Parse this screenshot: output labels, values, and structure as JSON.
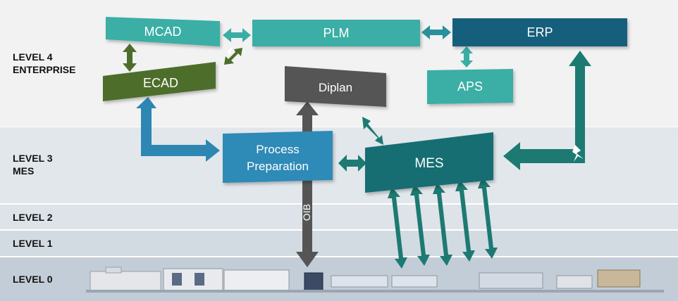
{
  "levels": [
    {
      "line1": "LEVEL 4",
      "line2": "ENTERPRISE"
    },
    {
      "line1": "LEVEL 3",
      "line2": "MES"
    },
    {
      "line1": "LEVEL 2"
    },
    {
      "line1": "LEVEL 1"
    },
    {
      "line1": "LEVEL 0"
    }
  ],
  "boxes": {
    "mcad": "MCAD",
    "plm": "PLM",
    "erp": "ERP",
    "ecad": "ECAD",
    "diplan": "Diplan",
    "aps": "APS",
    "process_line1": "Process",
    "process_line2": "Preparation",
    "mes": "MES"
  },
  "oib_label": "OIB",
  "colors": {
    "teal_light": "#3aaea5",
    "navy": "#135e7c",
    "olive": "#4d6e2a",
    "gray_dark": "#555555",
    "blue": "#2f8ab6",
    "teal_dark": "#126e72",
    "arrow_teal": "#1d7a73",
    "arrow_blue": "#2e86b3",
    "band_level4": "#f2f2f3",
    "band_level3": "#e2e7ec",
    "band_level2": "#dfe5ea",
    "band_level1": "#d4dce3",
    "band_level0": "#c6d0d9"
  }
}
